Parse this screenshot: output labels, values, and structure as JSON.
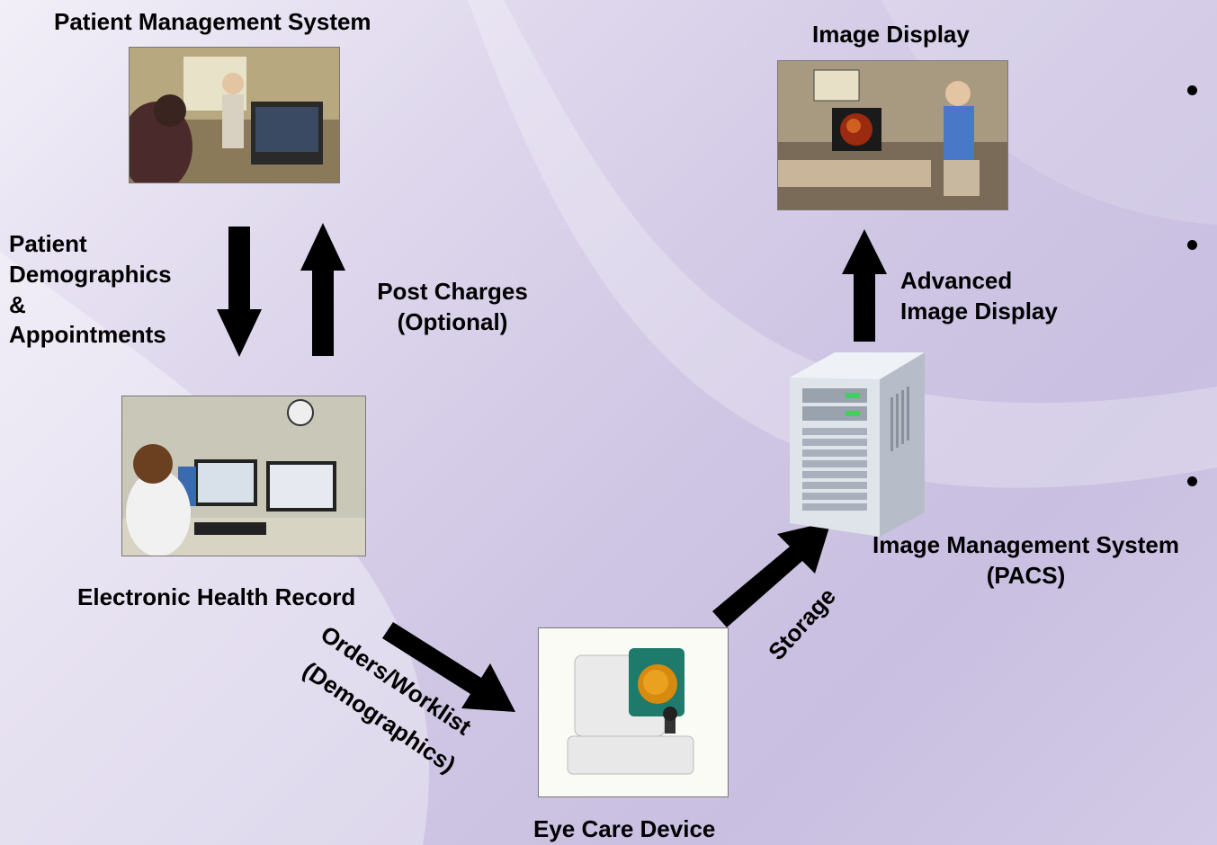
{
  "nodes": {
    "pms": {
      "label": "Patient Management System"
    },
    "display": {
      "label": "Image Display"
    },
    "ehr": {
      "label": "Electronic Health Record"
    },
    "pacs": {
      "label_line1": "Image Management System",
      "label_line2": "(PACS)"
    },
    "device": {
      "label": "Eye Care Device"
    }
  },
  "flows": {
    "demographics": {
      "line1": "Patient",
      "line2": "Demographics",
      "line3": "&",
      "line4": "Appointments"
    },
    "charges": {
      "line1": "Post Charges",
      "line2": "(Optional)"
    },
    "advanced": {
      "line1": "Advanced",
      "line2": "Image Display"
    },
    "storage": {
      "label": "Storage"
    },
    "orders": {
      "line1": "Orders/Worklist",
      "line2": "(Demographics)"
    }
  },
  "colors": {
    "arrow": "#000000",
    "text": "#000000",
    "background": "#cfc6e4"
  }
}
